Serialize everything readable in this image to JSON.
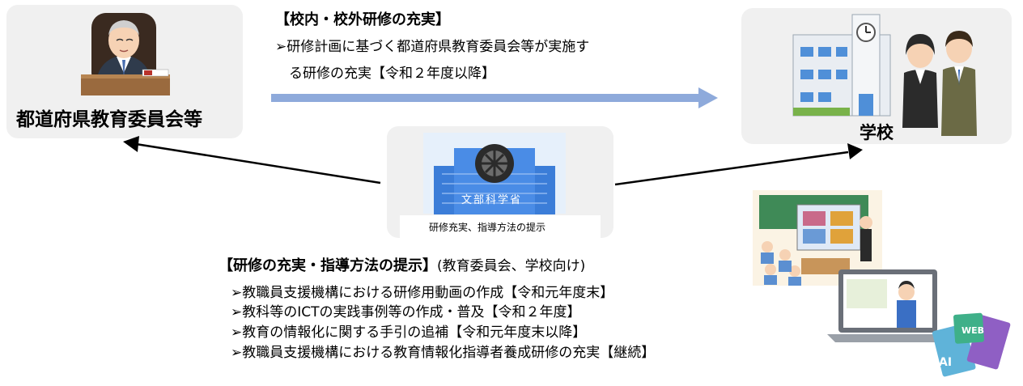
{
  "left_box": {
    "label": "都道府県教育委員会等"
  },
  "right_box": {
    "label": "学校"
  },
  "center_box": {
    "emblem_text": "文部科学省",
    "caption": "研修充実、指導方法の提示"
  },
  "top_block": {
    "title": "【校内・校外研修の充実】",
    "line1": "➢研修計画に基づく都道府県教育委員会等が実施す",
    "line2": "る研修の充実【令和２年度以降】"
  },
  "bottom_block": {
    "title_bold": "【研修の充実・指導方法の提示】",
    "title_rest": "(教育委員会、学校向け)",
    "items": [
      "➢教職員支援機構における研修用動画の作成【令和元年度末】",
      "➢教科等のICTの実践事例等の作成・普及【令和２年度】",
      "➢教育の情報化に関する手引の追補【令和元年度末以降】",
      "➢教職員支援機構における教育情報化指導者養成研修の充実【継続】"
    ]
  },
  "book_labels": {
    "web": "WEB",
    "ai": "AI"
  },
  "colors": {
    "arrow_blue": "#8eaadb",
    "box_bg": "#f0f0f0",
    "building_blue": "#3b7dd8"
  }
}
